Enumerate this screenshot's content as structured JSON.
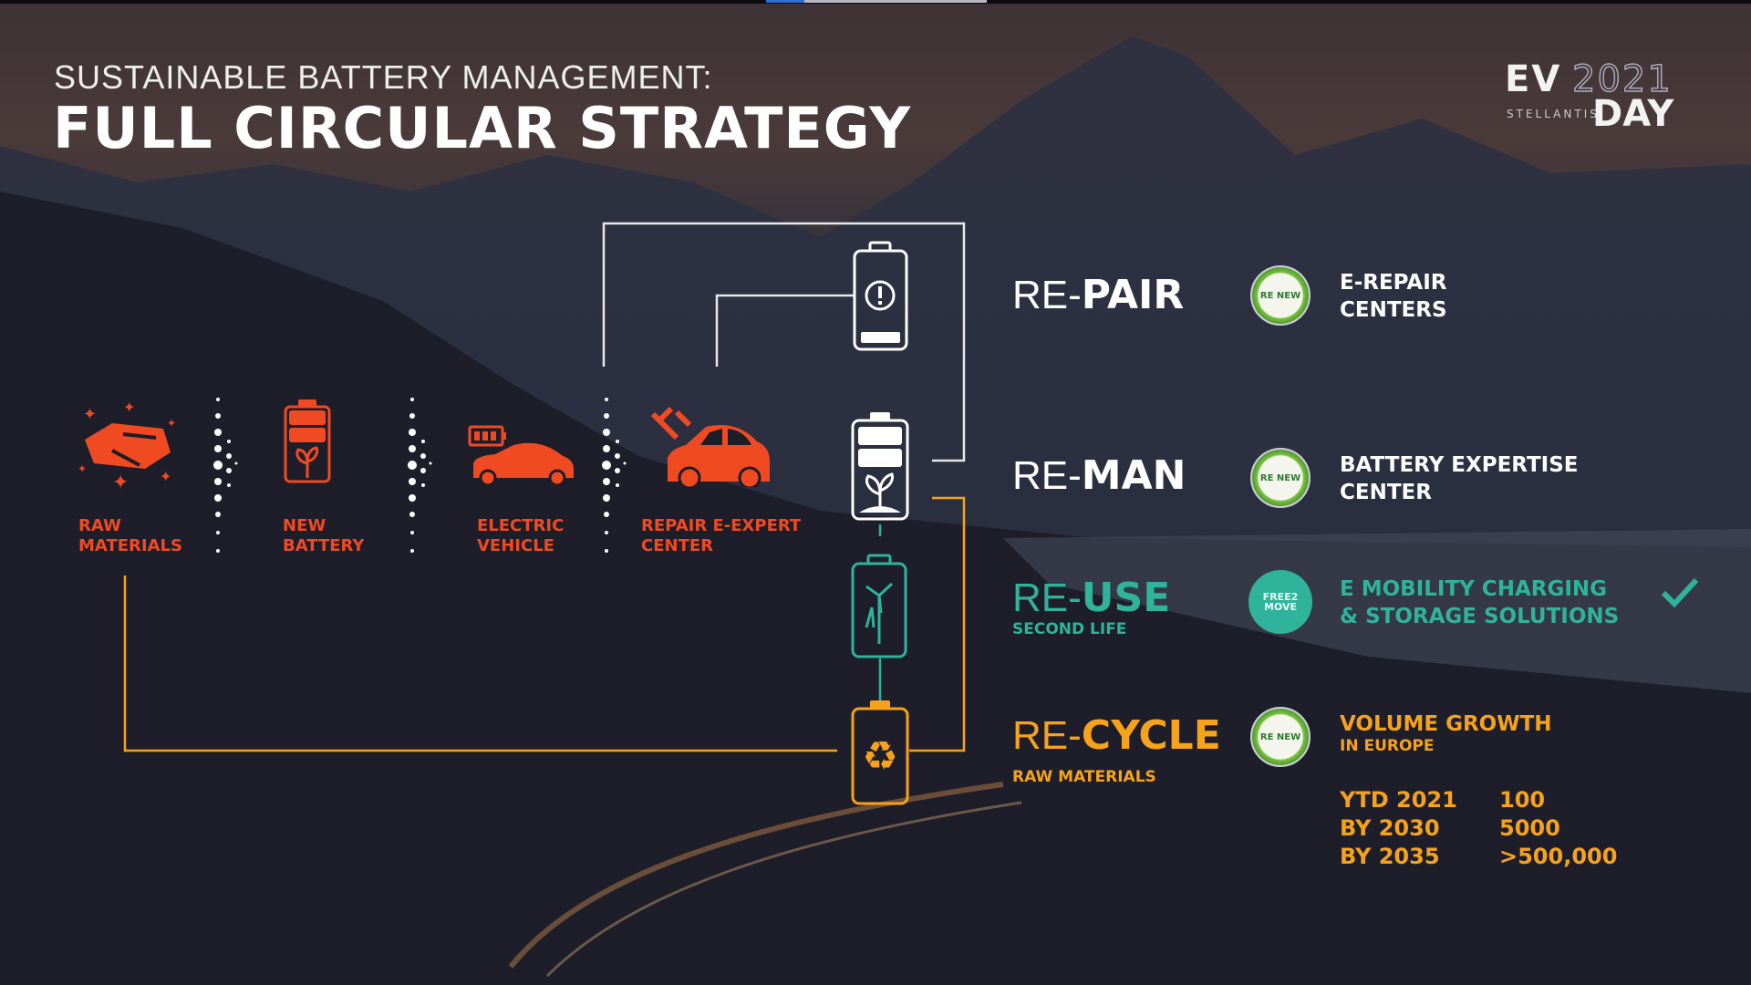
{
  "header": {
    "subtitle": "SUSTAINABLE BATTERY MANAGEMENT:",
    "title": "FULL CIRCULAR STRATEGY"
  },
  "event_logo": {
    "ev": "EV",
    "year": "2021",
    "brand": "STELLANTIS",
    "day": "DAY"
  },
  "lifecycle": [
    {
      "label": [
        "RAW",
        "MATERIALS"
      ],
      "icon": "raw-materials-icon"
    },
    {
      "label": [
        "NEW",
        "BATTERY"
      ],
      "icon": "battery-leaf-icon"
    },
    {
      "label": [
        "ELECTRIC",
        "VEHICLE"
      ],
      "icon": "electric-car-icon"
    },
    {
      "label": [
        "REPAIR E-EXPERT",
        "CENTER"
      ],
      "icon": "car-repair-icon"
    }
  ],
  "strategies": [
    {
      "prefix": "RE-",
      "bold": "PAIR",
      "sub": "",
      "logo": "RE NEW",
      "desc": [
        "E-REPAIR",
        "CENTERS"
      ],
      "color": "#ffffff"
    },
    {
      "prefix": "RE-",
      "bold": "MAN",
      "sub": "",
      "logo": "RE NEW",
      "desc": [
        "BATTERY EXPERTISE",
        "CENTER"
      ],
      "color": "#ffffff"
    },
    {
      "prefix": "RE-",
      "bold": "USE",
      "sub": "SECOND LIFE",
      "logo": "FREE2 MOVE",
      "desc": [
        "E MOBILITY CHARGING",
        "& STORAGE SOLUTIONS"
      ],
      "color": "#2fb39b",
      "check": true
    },
    {
      "prefix": "RE-",
      "bold": "CYCLE",
      "sub": "RAW MATERIALS",
      "logo": "RE NEW",
      "desc": [
        "VOLUME GROWTH",
        "IN EUROPE"
      ],
      "color": "#f7a21b"
    }
  ],
  "volume_table": [
    {
      "period": "YTD 2021",
      "value": "100"
    },
    {
      "period": "BY 2030",
      "value": "5000"
    },
    {
      "period": "BY 2035",
      "value": ">500,000"
    }
  ],
  "colors": {
    "accent_red": "#f04a23",
    "accent_orange": "#f7a21b",
    "accent_teal": "#2fb39b"
  }
}
